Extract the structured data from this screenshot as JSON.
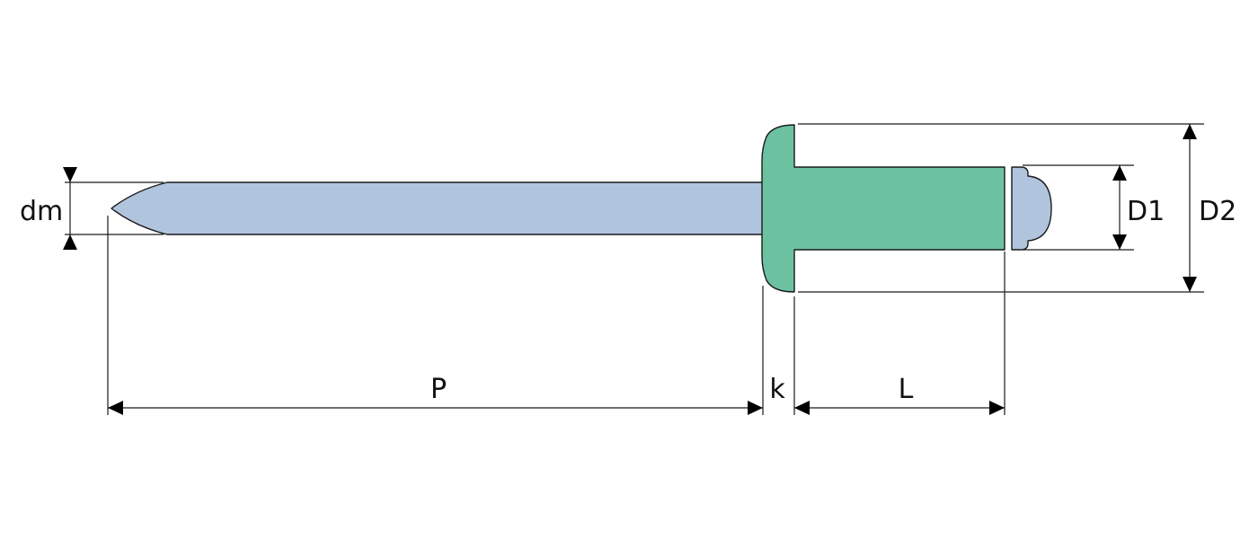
{
  "labels": {
    "dm": "dm",
    "P": "P",
    "k": "k",
    "L": "L",
    "D1": "D1",
    "D2": "D2"
  },
  "colors": {
    "mandrel": "#B0C4DE",
    "rivet_body": "#6CC2A0",
    "line": "#1A1A1A",
    "arrow": "#000000"
  }
}
